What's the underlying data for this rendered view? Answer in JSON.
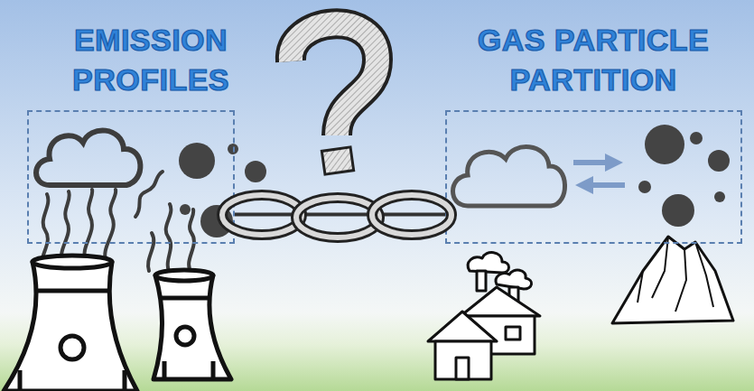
{
  "diagram": {
    "nodes": [
      {
        "text": [
          "EMISSION PROFILES"
        ]
      },
      {
        "text": [
          "GAS PARTICLE PARTITION"
        ]
      }
    ],
    "edges": [
      {
        "from": 0,
        "to": 1,
        "arrow": "none"
      }
    ]
  }
}
